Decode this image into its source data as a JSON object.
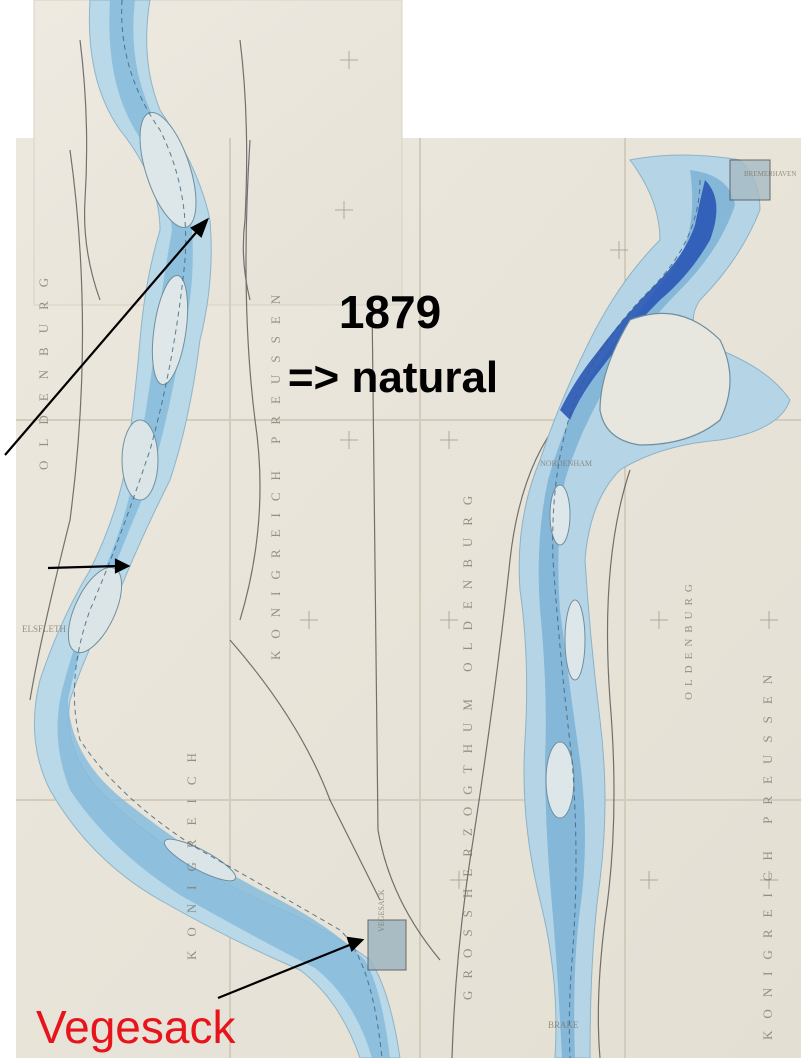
{
  "annotation": {
    "year": "1879",
    "description": "=> natural",
    "place_label": "Vegesack"
  },
  "map_lettering": {
    "vertical_left": "OLDENBURG",
    "vertical_left_2": "KONIGREICH",
    "vertical_mid": "KONIGREICH PREUSSEN",
    "vertical_mid_2": "GROSSHERZOGTHUM OLDENBURG",
    "vertical_right": "KONIGREICH PREUSSEN",
    "town_right_bottom": "OLDENBURG",
    "town_left": "ELSFLETH",
    "town_vegesack": "VEGESACK",
    "town_bremerhaven": "BREMERHAVEN",
    "town_brake": "BRAKE",
    "town_nordenham": "NORDENHAM"
  },
  "colors": {
    "paper": "#ebe7dc",
    "river_light": "#b6d6e6",
    "river_mid": "#7fb5d6",
    "river_deep": "#2456b7",
    "ink": "#4a4a4a",
    "annotation_text": "#000000",
    "place_label": "#e8141b"
  }
}
